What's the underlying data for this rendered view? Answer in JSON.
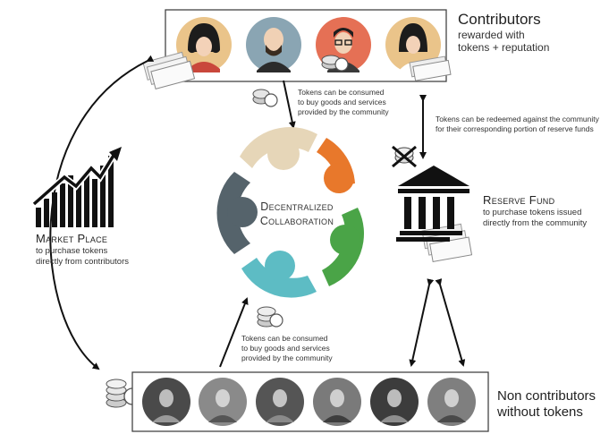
{
  "contributors": {
    "title": "Contributors",
    "subtitle_line1": "rewarded with",
    "subtitle_line2": "tokens + reputation"
  },
  "center": {
    "line1": "Decentralized",
    "line2": "Collaboration"
  },
  "top_note": {
    "line1": "Tokens can be consumed",
    "line2": "to buy goods and services",
    "line3": "provided by the community"
  },
  "bottom_note": {
    "line1": "Tokens can be consumed",
    "line2": "to buy goods and services",
    "line3": "provided by the community"
  },
  "redeem_note": {
    "line1": "Tokens can be redeemed against the community",
    "line2": "for their corresponding portion of reserve funds"
  },
  "reserve": {
    "title": "Reserve Fund",
    "line1": "to purchase tokens issued",
    "line2": "directly from the community"
  },
  "market": {
    "title": "Market Place",
    "line1": "to purchase tokens",
    "line2": "directly from contributors"
  },
  "non_contributors": {
    "line1": "Non contributors",
    "line2": "without tokens"
  },
  "colors": {
    "beige": "#e6d6b8",
    "orange": "#e8782b",
    "green": "#4aa447",
    "teal": "#5dbcc4",
    "slate": "#55636b"
  }
}
